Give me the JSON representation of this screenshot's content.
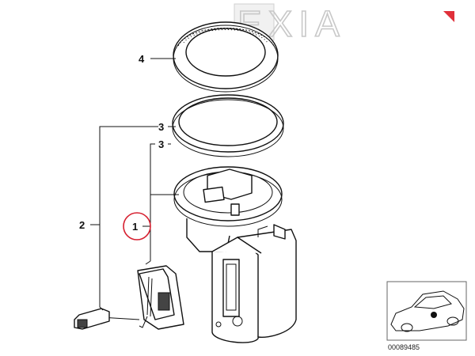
{
  "watermark": {
    "logo": "EXIA",
    "accent_color": "#e0303a",
    "text_color": "#c8c8c8"
  },
  "callouts": [
    {
      "id": "4",
      "label": "4"
    },
    {
      "id": "3a",
      "label": "3"
    },
    {
      "id": "3b",
      "label": "3"
    },
    {
      "id": "2",
      "label": "2"
    },
    {
      "id": "1",
      "label": "1",
      "highlighted": true
    }
  ],
  "highlight_color": "#d62030",
  "thumbnail": {
    "reference_number": "00089485"
  }
}
